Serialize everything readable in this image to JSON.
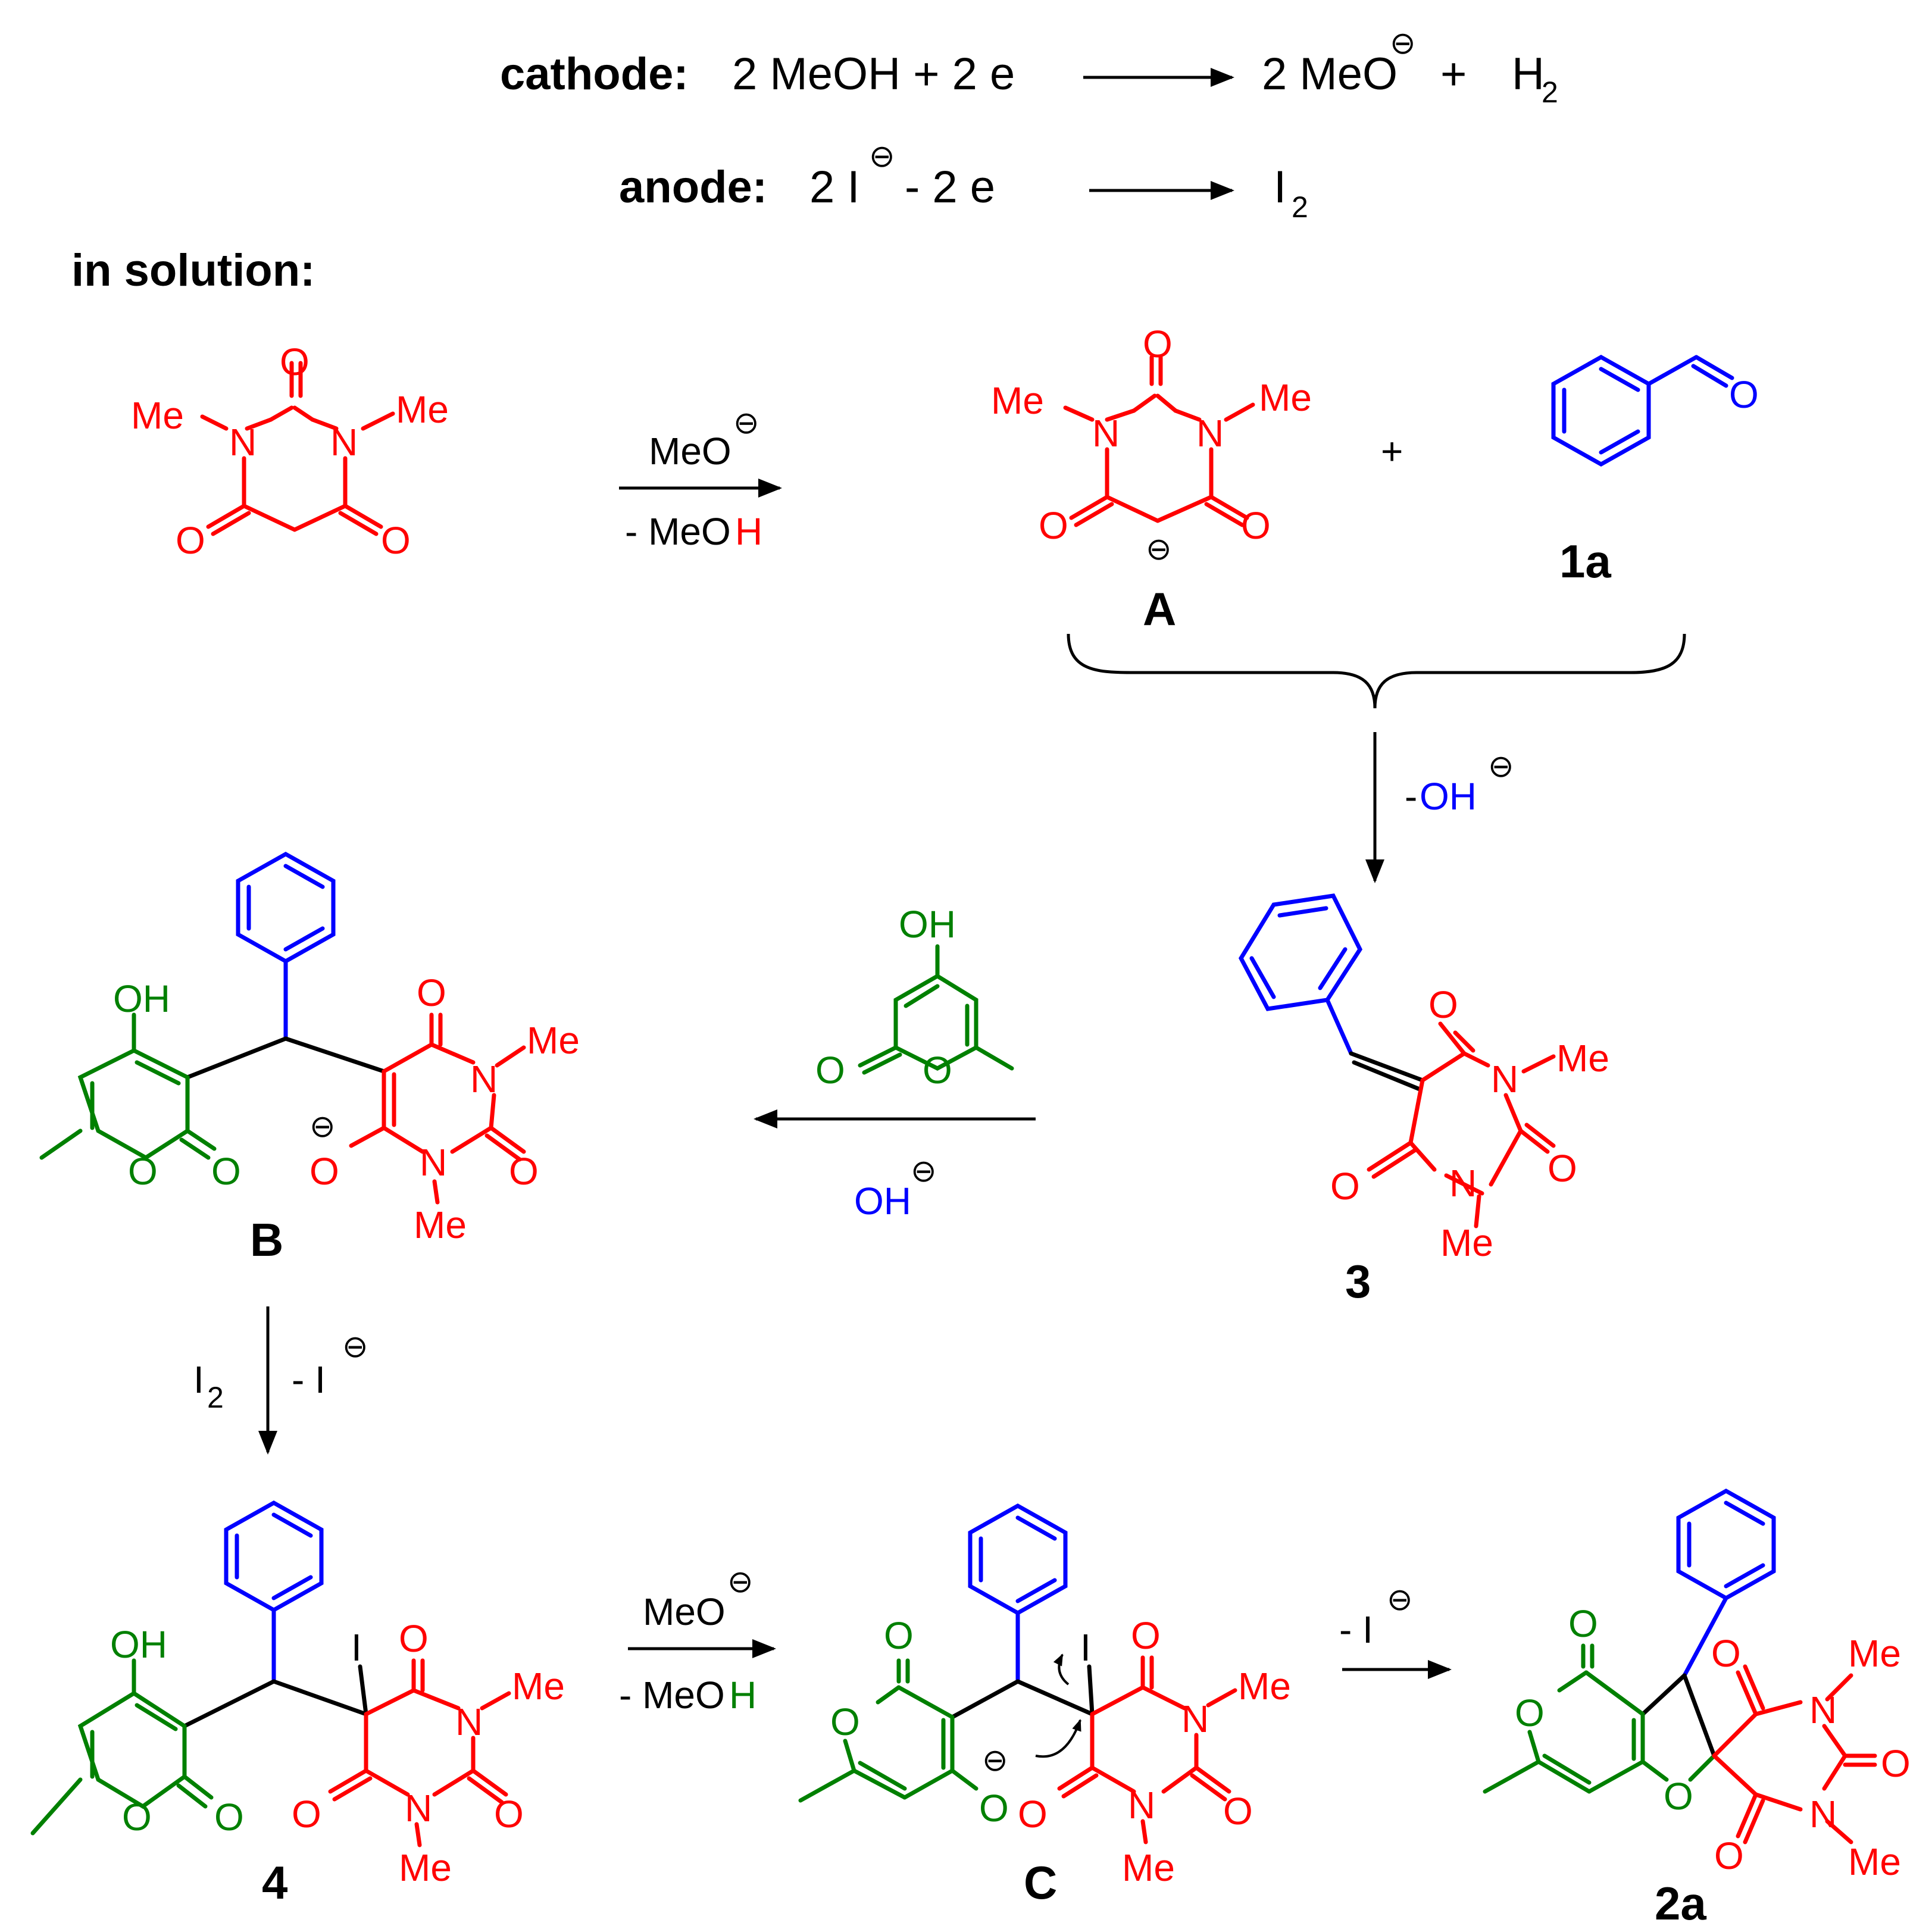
{
  "colors": {
    "barbiturate": "#ff0000",
    "aryl": "#0000ff",
    "pyrone": "#008000",
    "text": "#000000"
  },
  "electrode": {
    "cathode": {
      "label": "cathode:",
      "left": "2 MeOH + 2 e",
      "right": "2 MeO",
      "plus": "+",
      "h2": "H",
      "h2_sub": "2"
    },
    "anode": {
      "label": "anode:",
      "left_a": "2 I",
      "left_b": "- 2 e",
      "i2": "I",
      "i2_sub": "2"
    }
  },
  "in_solution": "in solution:",
  "labels": {
    "A": "A",
    "1a": "1a",
    "3": "3",
    "B": "B",
    "4": "4",
    "C": "C",
    "2a": "2a"
  },
  "atoms": {
    "O": "O",
    "N": "N",
    "Me": "Me",
    "OH": "OH",
    "I": "I",
    "minus": "⊖",
    "plus": "+"
  },
  "reagents": {
    "step1_above": "MeO",
    "step1_below_a": "- MeO",
    "step1_below_b": "H",
    "step2": "-",
    "step2_b": "OH",
    "step3_below": "OH",
    "step4_left": "I",
    "step4_left_sub": "2",
    "step4_right": "- I",
    "step5_above": "MeO",
    "step5_below_a": "- MeO",
    "step5_below_b": "H",
    "step6_above": "- I"
  }
}
